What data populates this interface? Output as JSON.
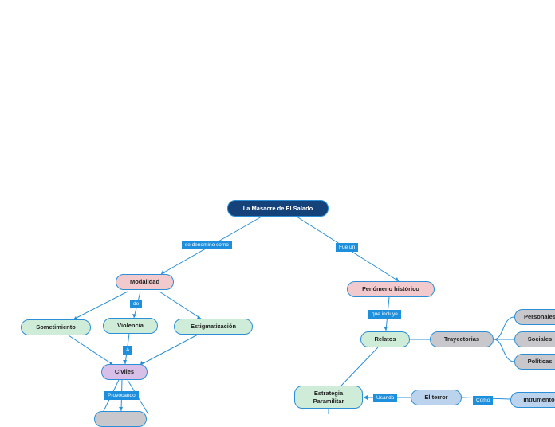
{
  "nodes": {
    "root": "La Masacre de El Salado",
    "modalidad": "Modalidad",
    "fenomeno": "Fenómeno histórico",
    "sometimiento": "Sometimiento",
    "violencia": "Violencia",
    "estigmatizacion": "Estigmatización",
    "civiles": "Civiles",
    "relatos": "Relatos",
    "trayectorias": "Trayectorias",
    "personales": "Personales",
    "sociales": "Sociales",
    "politicas": "Políticas",
    "estrategia": "Estrategia Paramilitar",
    "terror": "El terror",
    "instrumento": "Intrumento"
  },
  "labels": {
    "se_denomino": "se denomino como",
    "fue_un": "Fue un",
    "de": "de",
    "a": "A",
    "que_incluye": "que incluye",
    "provocando": "Provocando",
    "usando": "Usando",
    "como": "Como"
  },
  "colors": {
    "root": "#16427a",
    "line": "#2a8fd6",
    "label": "#1e8fdd"
  }
}
